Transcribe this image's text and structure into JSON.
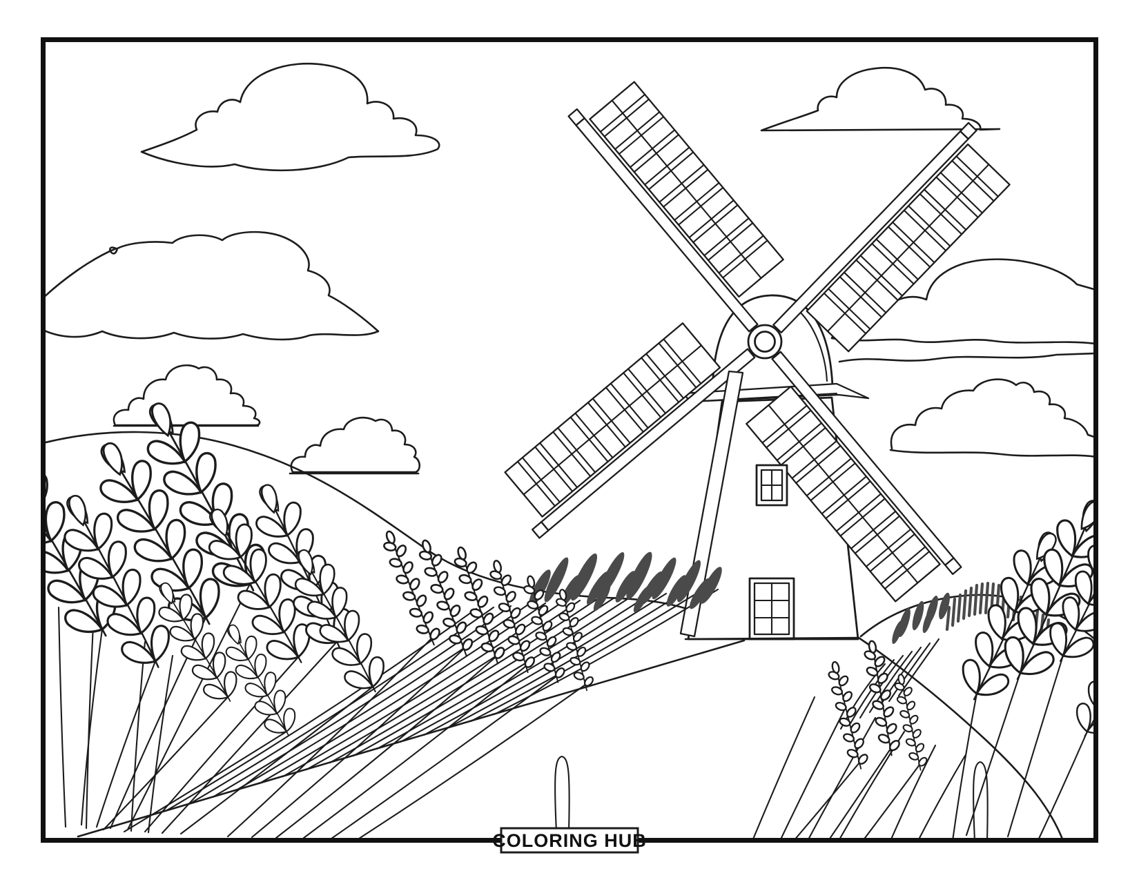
{
  "page": {
    "background": "#ffffff",
    "line_color": "#1c1c1c",
    "dark_fill": "#4a4a4a",
    "frame_color": "#111111"
  },
  "footer": {
    "brand_label": "COLORING HUB"
  },
  "scene": {
    "type": "coloring-page",
    "subject": "Windmill with four lattice sails above a lavender field, clouds and rolling hills",
    "elements": [
      "clouds",
      "rolling-hills",
      "windmill",
      "windmill-sails",
      "tower-windows",
      "dirt-path",
      "lavender-stalks",
      "lavender-spikes",
      "field-stems",
      "grass-tufts"
    ]
  }
}
